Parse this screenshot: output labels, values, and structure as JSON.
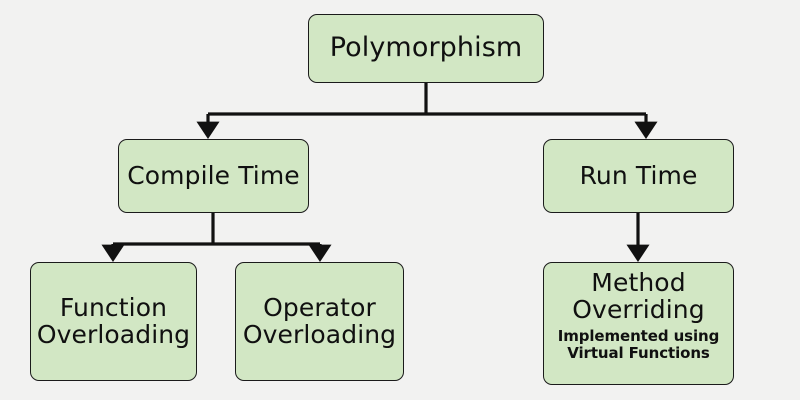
{
  "diagram": {
    "type": "tree",
    "background_color": "#f2f2f1",
    "node_fill_color": "#d2e7c4",
    "node_border_color": "#1b1b1b",
    "connector_color": "#111111",
    "nodes": {
      "root": {
        "label": "Polymorphism"
      },
      "compile_time": {
        "label": "Compile Time"
      },
      "run_time": {
        "label": "Run Time"
      },
      "function_overloading": {
        "label": "Function\nOverloading"
      },
      "operator_overloading": {
        "label": "Operator\nOverloading"
      },
      "method_overriding": {
        "label": "Method\nOverriding",
        "sublabel": "Implemented using\nVirtual Functions"
      }
    },
    "edges": [
      {
        "from": "root",
        "to": "compile_time",
        "arrow": "down"
      },
      {
        "from": "root",
        "to": "run_time",
        "arrow": "down"
      },
      {
        "from": "compile_time",
        "to": "function_overloading",
        "arrow": "down"
      },
      {
        "from": "compile_time",
        "to": "operator_overloading",
        "arrow": "down"
      },
      {
        "from": "run_time",
        "to": "method_overriding",
        "arrow": "down"
      }
    ]
  }
}
